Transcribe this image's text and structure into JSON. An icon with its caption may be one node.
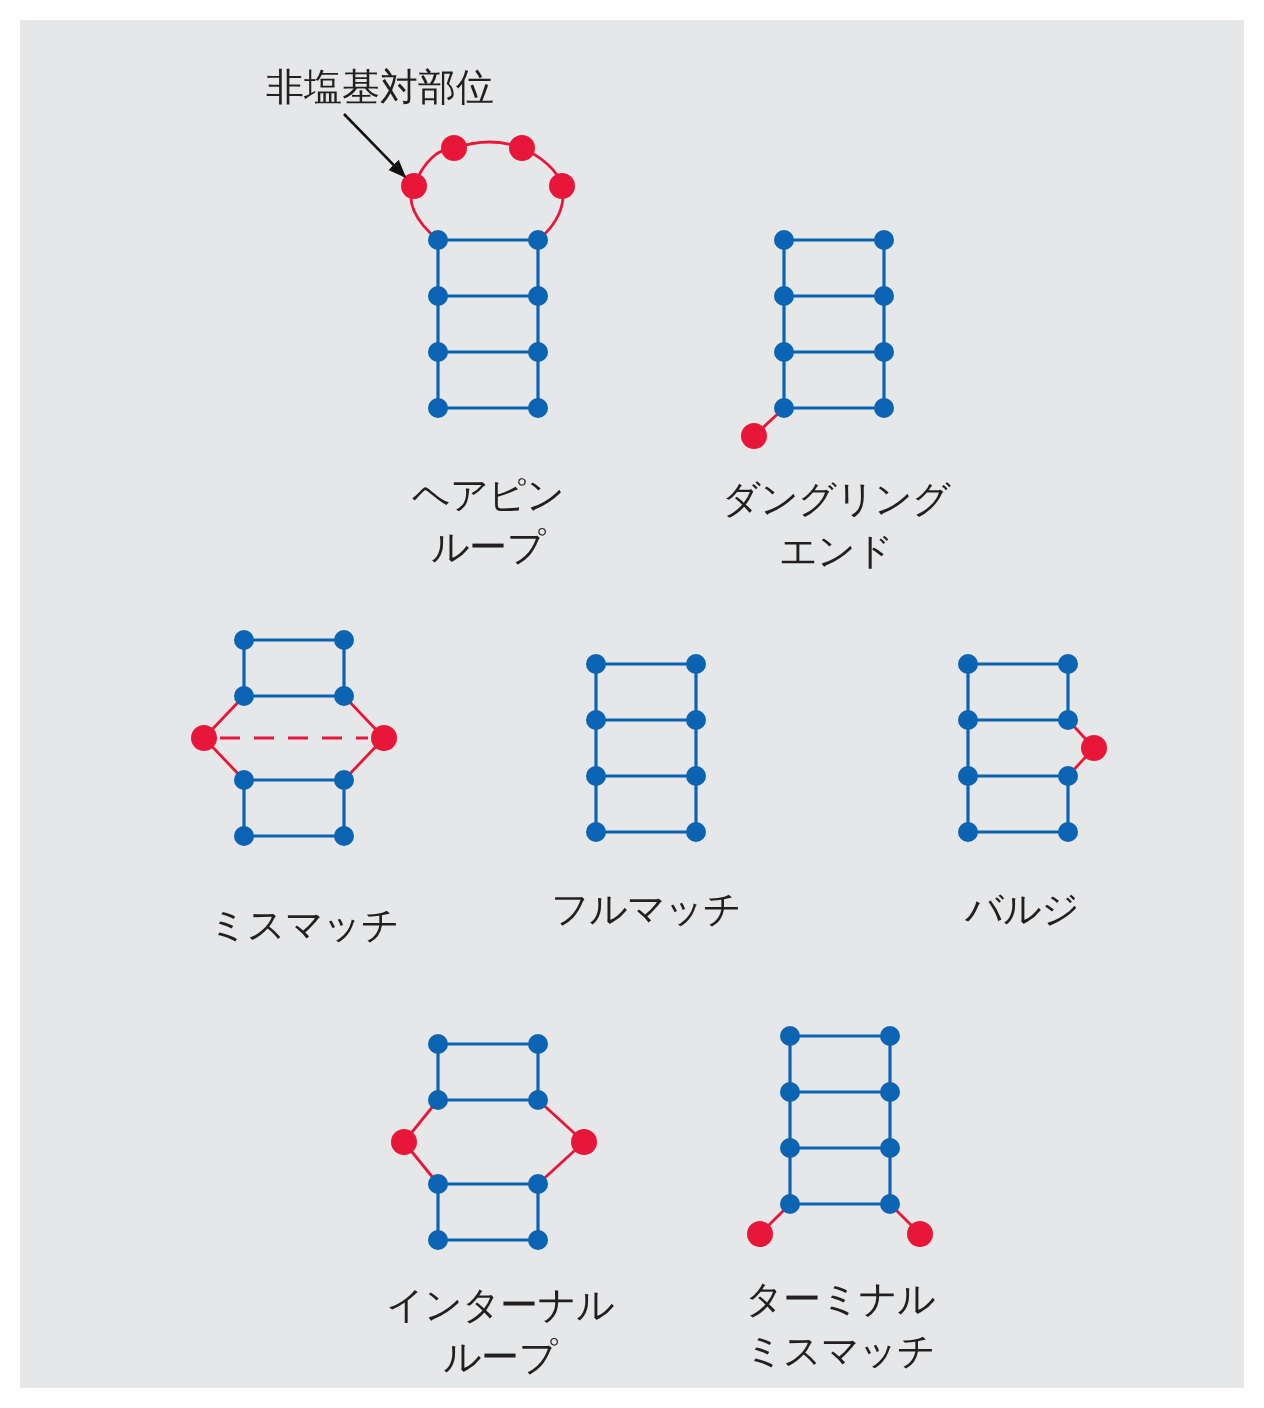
{
  "diagram": {
    "nodes": [
      {
        "text": [
          "非塩基対部位"
        ]
      },
      {
        "text": [],
        "shape": "circle"
      }
    ],
    "edges": [
      {
        "from": 0,
        "to": 1,
        "arrow": "to"
      }
    ],
    "labels": [
      "ヘアピンループ",
      "ダングリングエンド",
      "ミスマッチ",
      "フルマッチ",
      "バルジ",
      "インターナルループ",
      "ターミナルミスマッチ"
    ]
  }
}
